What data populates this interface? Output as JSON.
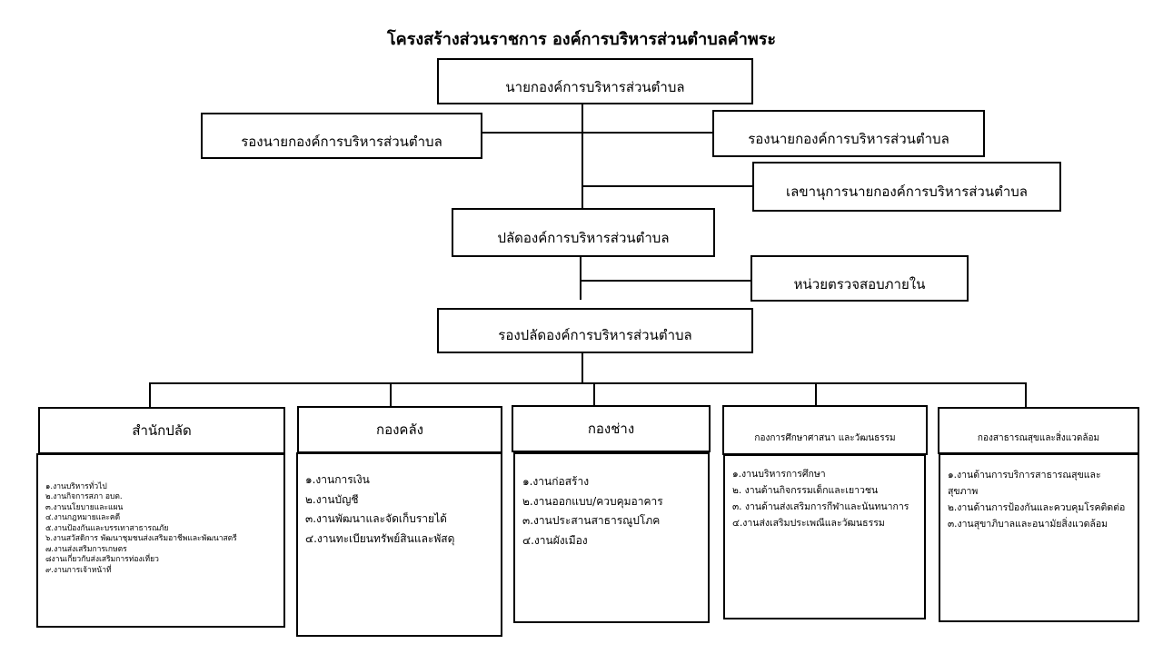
{
  "title": "โครงสร้างส่วนราชการ องค์การบริหารส่วนตำบลคำพระ",
  "mayor": "นายกองค์การบริหารส่วนตำบล",
  "deputy_mayor_left": "รองนายกองค์การบริหารส่วนตำบล",
  "deputy_mayor_right": "รองนายกองค์การบริหารส่วนตำบล",
  "secretary": "เลขานุการนายกองค์การบริหารส่วนตำบล",
  "chief_admin": "ปลัดองค์การบริหารส่วนตำบล",
  "internal_audit": "หน่วยตรวจสอบภายใน",
  "deputy_chief_admin": "รองปลัดองค์การบริหารส่วนตำบล",
  "departments": [
    {
      "name": "สำนักปลัด",
      "items": [
        "๑.งานบริหารทั่วไป",
        "๒.งานกิจการสภา อบต.",
        "๓.งานนโยบายและแผน",
        "๔.งานกฎหมายและคดี",
        "๕.งานป้องกันและบรรเทาสาธารณภัย",
        "๖.งานสวัสดิการ พัฒนาชุมชนส่งเสริมอาชีพและพัฒนาสตรี",
        "๗.งานส่งเสริมการเกษตร",
        "๘งานเกี่ยวกับส่งเสริมการท่องเที่ยว",
        "๙.งานการเจ้าหน้าที่"
      ]
    },
    {
      "name": "กองคลัง",
      "items": [
        "๑.งานการเงิน",
        "๒.งานบัญชี",
        "๓.งานพัฒนาและจัดเก็บรายได้",
        "๔.งานทะเบียนทรัพย์สินและพัสดุ"
      ]
    },
    {
      "name": "กองช่าง",
      "items": [
        "๑.งานก่อสร้าง",
        "๒.งานออกแบบ/ควบคุมอาคาร",
        "๓.งานประสานสาธารณูปโภค",
        "๔.งานผังเมือง"
      ]
    },
    {
      "name": "กองการศึกษาศาสนา และวัฒนธรรม",
      "items": [
        "๑.งานบริหารการศึกษา",
        "๒. งานด้านกิจกรรมเด็กและเยาวชน",
        "๓. งานด้านส่งเสริมการกีฬาและนันทนาการ",
        "๔.งานส่งเสริมประเพณีและวัฒนธรรม"
      ]
    },
    {
      "name": "กองสาธารณสุขและสิ่งแวดล้อม",
      "items": [
        "๑.งานด้านการบริการสาธารณสุขและสุขภาพ",
        "๒.งานด้านการป้องกันและควบคุมโรคติดต่อ",
        "๓.งานสุขาภิบาลและอนามัยสิ่งแวดล้อม"
      ]
    }
  ]
}
